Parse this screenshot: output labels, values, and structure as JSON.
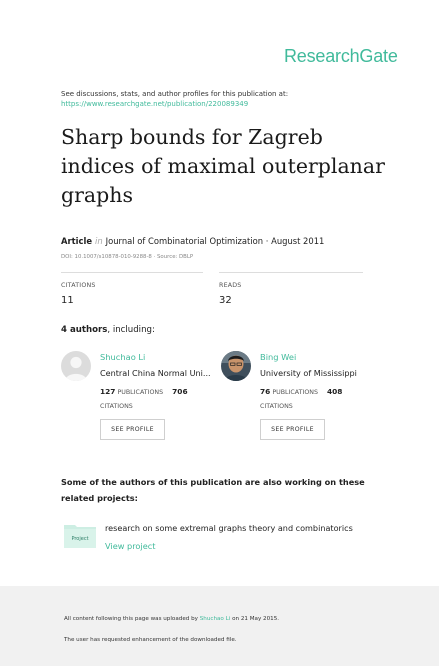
{
  "brand": {
    "logo": "ResearchGate",
    "accent": "#40ba9b"
  },
  "intro": {
    "text": "See discussions, stats, and author profiles for this publication at:",
    "url": "https://www.researchgate.net/publication/220089349"
  },
  "title": "Sharp bounds for Zagreb indices of maximal outerplanar graphs",
  "meta": {
    "type": "Article",
    "in": "in",
    "journal": "Journal of Combinatorial Optimization · August 2011",
    "doi": "DOI: 10.1007/s10878-010-9288-8 · Source: DBLP"
  },
  "stats": {
    "citations_label": "CITATIONS",
    "citations_value": "11",
    "reads_label": "READS",
    "reads_value": "32"
  },
  "authors_header": {
    "count": "4 authors",
    "suffix": ", including:"
  },
  "authors": [
    {
      "name": "Shuchao Li",
      "institution": "Central China Normal Uni...",
      "publications": "127",
      "publications_label": "PUBLICATIONS",
      "citations": "706",
      "citations_label": "CITATIONS",
      "button": "SEE PROFILE",
      "avatar_icon": "default-person-icon"
    },
    {
      "name": "Bing Wei",
      "institution": "University of Mississippi",
      "publications": "76",
      "publications_label": "PUBLICATIONS",
      "citations": "408",
      "citations_label": "CITATIONS",
      "button": "SEE PROFILE",
      "avatar_icon": "person-photo"
    }
  ],
  "projects": {
    "header": "Some of the authors of this publication are also working on these related projects:",
    "items": [
      {
        "icon_label": "Project",
        "title": "research on some extremal graphs theory and combinatorics",
        "link": "View project"
      }
    ]
  },
  "footer": {
    "line1_prefix": "All content following this page was uploaded by",
    "uploader": "Shuchao Li",
    "line1_suffix": "on 21 May 2015.",
    "line2": "The user has requested enhancement of the downloaded file."
  }
}
